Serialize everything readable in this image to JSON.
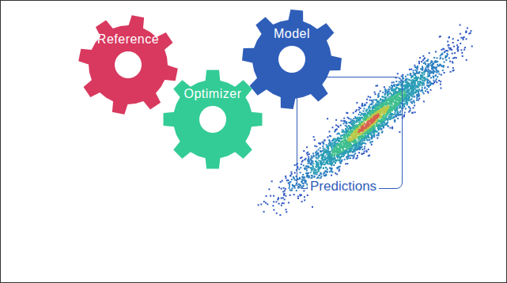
{
  "diagram": {
    "nodes": [
      {
        "text": [
          "Reference"
        ]
      },
      {
        "text": [
          "Model"
        ]
      },
      {
        "text": [
          "Optimizer"
        ]
      },
      {
        "text": [
          "Predictions"
        ]
      }
    ]
  }
}
